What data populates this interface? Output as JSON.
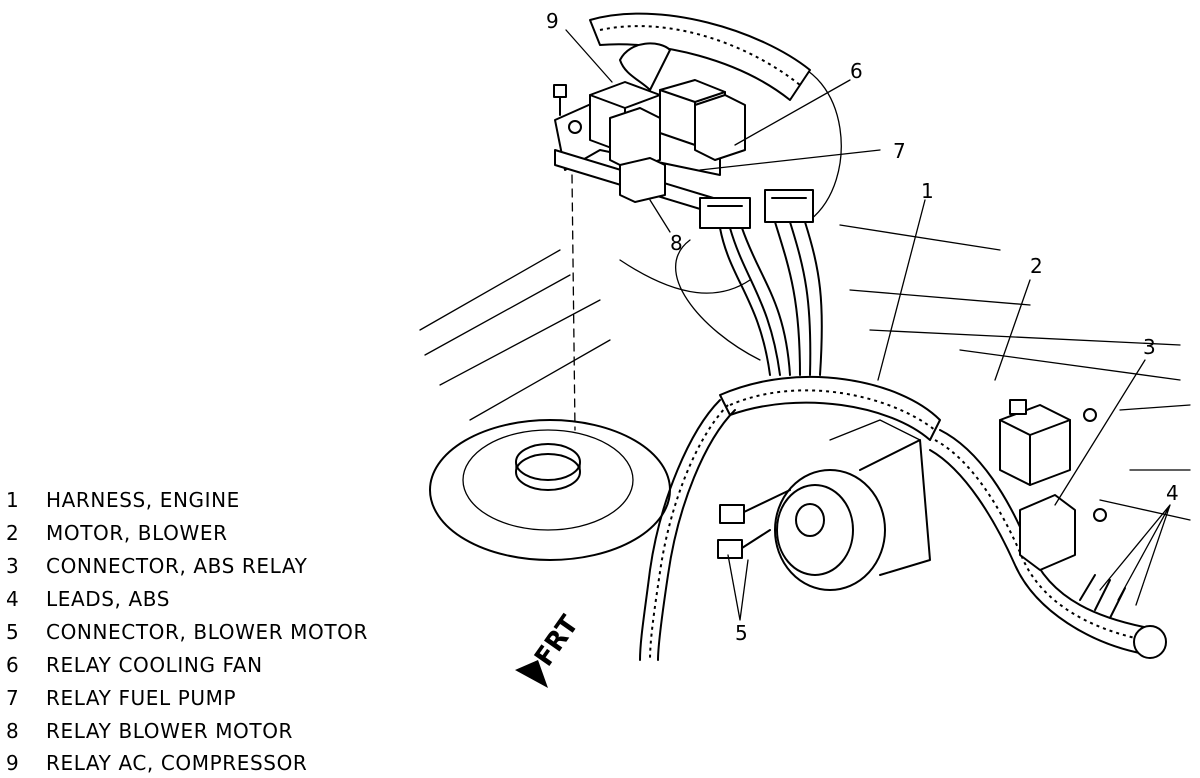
{
  "legend": [
    {
      "num": "1",
      "text": "HARNESS, ENGINE"
    },
    {
      "num": "2",
      "text": "MOTOR, BLOWER"
    },
    {
      "num": "3",
      "text": "CONNECTOR, ABS RELAY"
    },
    {
      "num": "4",
      "text": "LEADS, ABS"
    },
    {
      "num": "5",
      "text": "CONNECTOR, BLOWER MOTOR"
    },
    {
      "num": "6",
      "text": "RELAY COOLING FAN"
    },
    {
      "num": "7",
      "text": "RELAY FUEL PUMP"
    },
    {
      "num": "8",
      "text": "RELAY BLOWER MOTOR"
    },
    {
      "num": "9",
      "text": "RELAY AC, COMPRESSOR"
    }
  ],
  "callouts": {
    "c1": "1",
    "c2": "2",
    "c3": "3",
    "c4": "4",
    "c5": "5",
    "c6": "6",
    "c7": "7",
    "c8": "8",
    "c9": "9"
  },
  "direction_label": "FRT"
}
